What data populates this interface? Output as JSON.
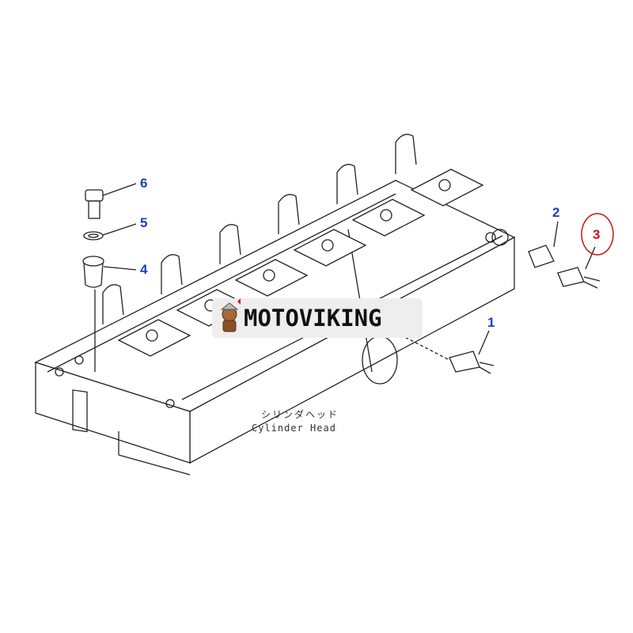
{
  "diagram": {
    "callouts": [
      {
        "number": "1",
        "color": "#1e3fbf"
      },
      {
        "number": "2",
        "color": "#1e3fbf"
      },
      {
        "number": "3",
        "color": "#d01010",
        "circled": true
      },
      {
        "number": "4",
        "color": "#1e3fbf"
      },
      {
        "number": "5",
        "color": "#1e3fbf"
      },
      {
        "number": "6",
        "color": "#1e3fbf"
      }
    ],
    "part_label_jp": "シリンダヘッド",
    "part_label_en": "Cylinder Head"
  },
  "watermark": {
    "brand": "MOTOVIKING"
  }
}
